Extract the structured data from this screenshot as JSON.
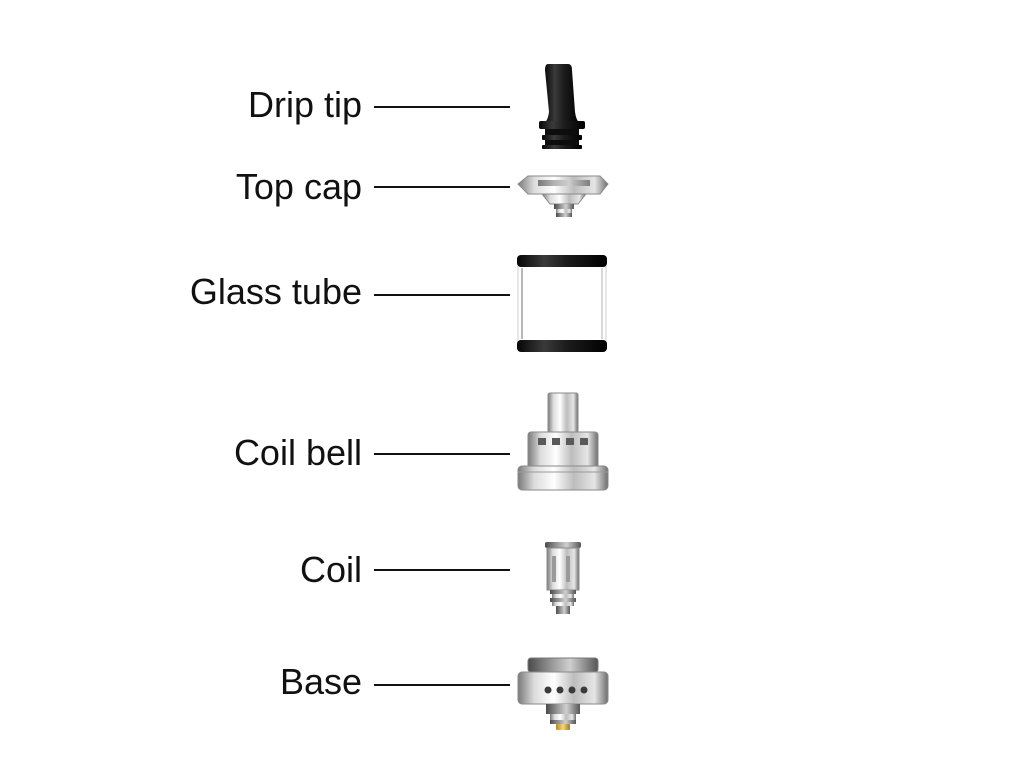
{
  "diagram": {
    "parts": [
      {
        "label": "Drip tip",
        "icon": "drip-tip-icon"
      },
      {
        "label": "Top cap",
        "icon": "top-cap-icon"
      },
      {
        "label": "Glass tube",
        "icon": "glass-tube-icon"
      },
      {
        "label": "Coil bell",
        "icon": "coil-bell-icon"
      },
      {
        "label": "Coil",
        "icon": "coil-icon"
      },
      {
        "label": "Base",
        "icon": "base-icon"
      }
    ],
    "colors": {
      "label_text": "#111111",
      "leader_line": "#111111",
      "drip_tip": "#1a1a1a",
      "steel_light": "#f2f2f2",
      "steel_dark": "#6e6e6e",
      "glass": "#ffffff",
      "glass_band": "#111111",
      "contact_gold": "#e8c25a"
    }
  }
}
